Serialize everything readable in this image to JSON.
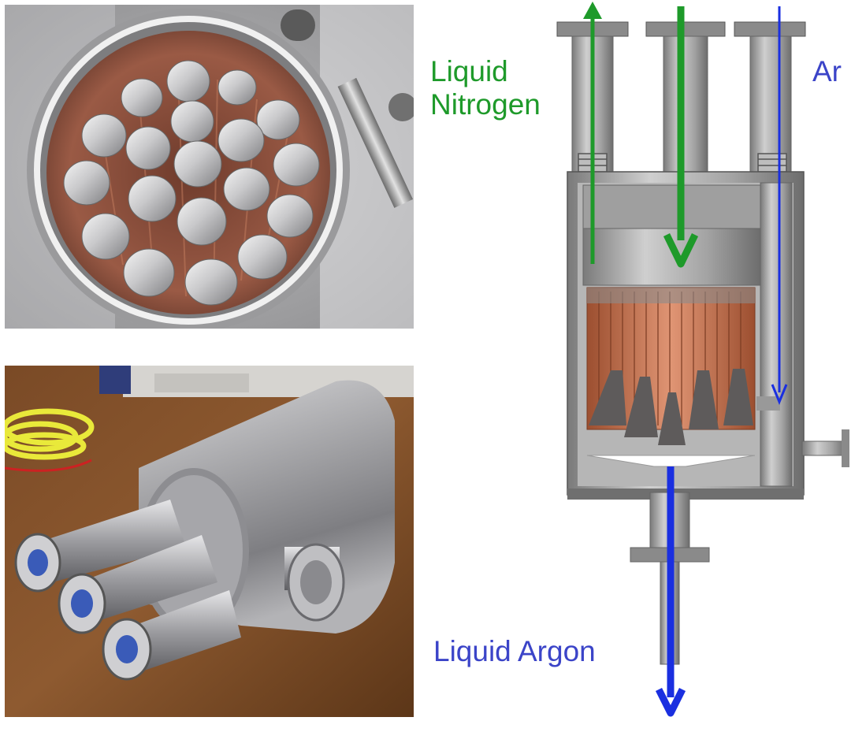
{
  "labels": {
    "liquid_nitrogen": "Liquid\nNitrogen",
    "ar": "Ar",
    "liquid_argon": "Liquid Argon"
  },
  "colors": {
    "nitrogen_green": "#1e9a2a",
    "argon_blue": "#1a2fe0",
    "label_blue": "#3b44c8",
    "steel": "#a9a9a9",
    "steel_dark": "#6f6f6f",
    "copper": "#c8704a"
  },
  "icons": {
    "ln2_out_arrow": "arrow-up-icon",
    "ln2_in_arrow": "arrow-down-icon",
    "ar_in_arrow": "arrow-down-icon",
    "lar_out_arrow": "arrow-down-icon"
  }
}
